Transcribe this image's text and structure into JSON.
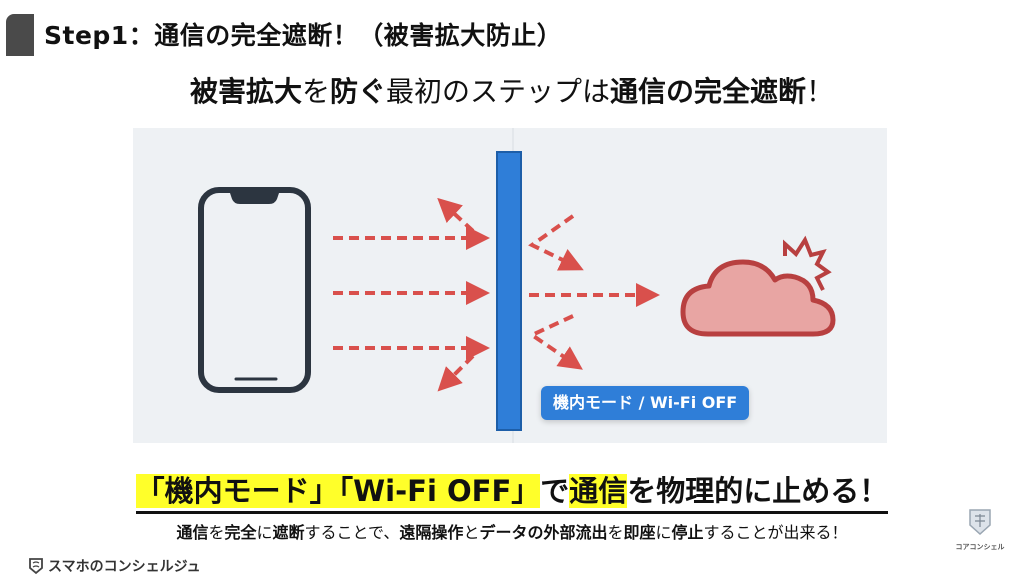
{
  "header": {
    "step_title": "Step1：通信の完全遮断！（被害拡大防止）"
  },
  "subtitle": {
    "parts": [
      {
        "text": "被害拡大",
        "bold": true
      },
      {
        "text": "を",
        "bold": false
      },
      {
        "text": "防ぐ",
        "bold": true
      },
      {
        "text": "最初のステップは",
        "bold": false
      },
      {
        "text": "通信の完全遮断",
        "bold": true
      },
      {
        "text": "！",
        "bold": false
      }
    ]
  },
  "illustration": {
    "icons": [
      "smartphone-icon",
      "blocking-wall",
      "cloud-alert-icon"
    ],
    "badge_label": "機内モード / Wi-Fi OFF",
    "colors": {
      "panel_bg": "#eef1f4",
      "arrow": "#d9504c",
      "wall": "#2f7ed8",
      "cloud_fill": "#e8a5a3",
      "cloud_stroke": "#b84040",
      "phone": "#2c3540"
    }
  },
  "headline": {
    "parts": [
      {
        "text": "「機内モード」「Wi-Fi OFF」",
        "highlight": true
      },
      {
        "text": "で",
        "highlight": false
      },
      {
        "text": "通信",
        "highlight": true
      },
      {
        "text": "を物理的に止める！",
        "highlight": false
      }
    ],
    "highlight_color": "#ffff2a"
  },
  "description": {
    "parts": [
      {
        "text": "通信",
        "bold": true
      },
      {
        "text": "を",
        "bold": false
      },
      {
        "text": "完全",
        "bold": true
      },
      {
        "text": "に",
        "bold": false
      },
      {
        "text": "遮断",
        "bold": true
      },
      {
        "text": "することで、",
        "bold": false
      },
      {
        "text": "遠隔操作",
        "bold": true
      },
      {
        "text": "と",
        "bold": false
      },
      {
        "text": "データの外部流出",
        "bold": true
      },
      {
        "text": "を",
        "bold": false
      },
      {
        "text": "即座",
        "bold": true
      },
      {
        "text": "に",
        "bold": false
      },
      {
        "text": "停止",
        "bold": true
      },
      {
        "text": "することが出来る！",
        "bold": false
      }
    ]
  },
  "footer": {
    "brand_left": "スマホのコンシェルジュ",
    "brand_right": "コアコンシェル"
  }
}
